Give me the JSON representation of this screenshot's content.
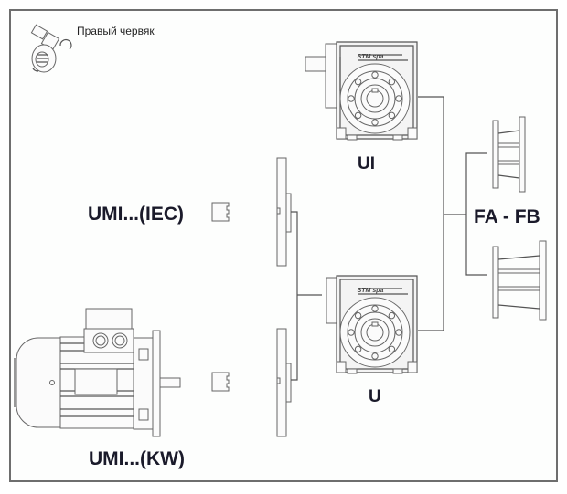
{
  "legend": {
    "icon": "right-hand-worm-icon",
    "label": "Правый червяк"
  },
  "components": {
    "motor_iec": {
      "label": "UMI...(IEC)",
      "icon": "coupling-bushing-icon"
    },
    "motor_kw": {
      "label": "UMI...(KW)",
      "icon": "electric-motor-icon"
    },
    "gearbox_ui": {
      "label": "UI",
      "brand": "STM spa",
      "icon": "worm-gearbox-icon"
    },
    "gearbox_u": {
      "label": "U",
      "brand": "STM spa",
      "icon": "worm-gearbox-icon"
    },
    "flanges": {
      "label": "FA - FB",
      "icon": "output-flange-icon"
    }
  },
  "colors": {
    "frame": "#6e6e6e",
    "line": "#555555",
    "text": "#1a1a2a"
  }
}
